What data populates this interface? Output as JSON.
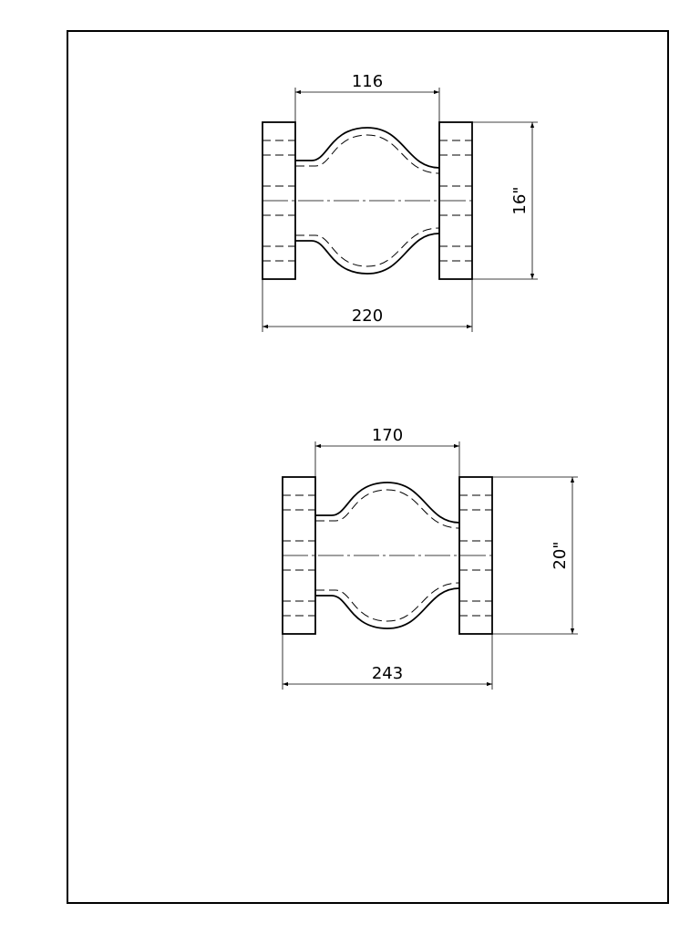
{
  "drawings": [
    {
      "id": "top",
      "dimensions": {
        "inner_length": "116",
        "total_length": "220",
        "size": "16\""
      }
    },
    {
      "id": "bottom",
      "dimensions": {
        "inner_length": "170",
        "total_length": "243",
        "size": "20\""
      }
    }
  ]
}
